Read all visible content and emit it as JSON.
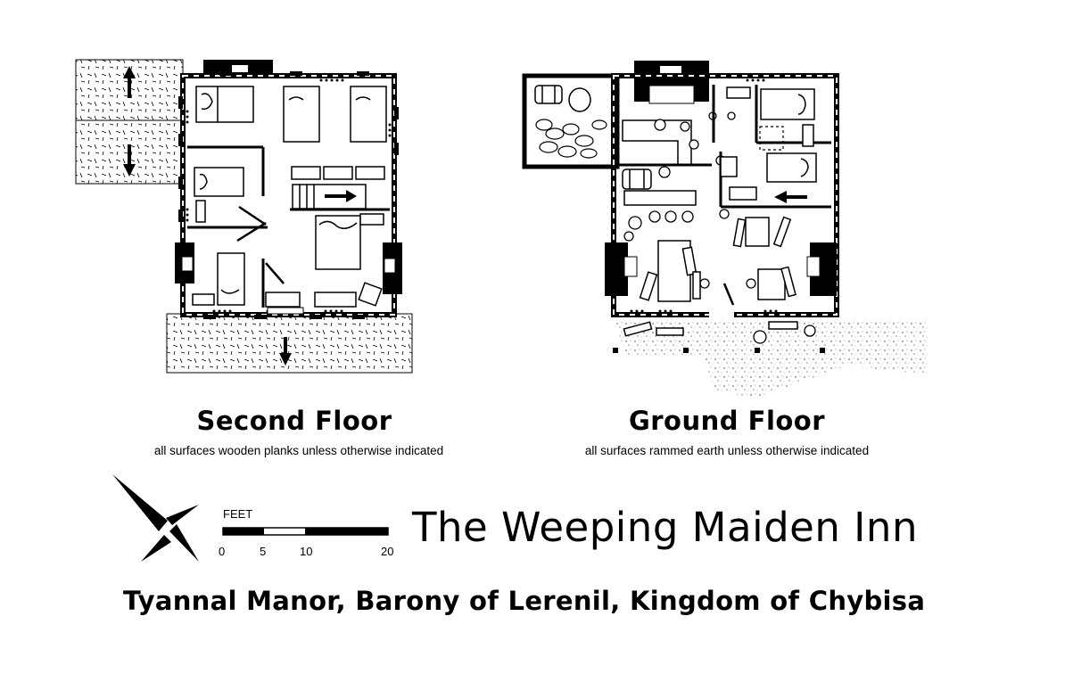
{
  "map": {
    "title": "The Weeping Maiden Inn",
    "subtitle": "Tyannal Manor, Barony of Lerenil, Kingdom of Chybisa",
    "floors": [
      {
        "name": "Second Floor",
        "note": "all surfaces wooden planks unless otherwise indicated"
      },
      {
        "name": "Ground Floor",
        "note": "all surfaces rammed earth unless otherwise indicated"
      }
    ],
    "scale_bar": {
      "unit_label": "FEET",
      "ticks": [
        "0",
        "5",
        "10",
        "20"
      ]
    },
    "icons": [
      "compass-rose-icon",
      "bed-icon",
      "chest-icon",
      "fireplace-icon",
      "ladder-icon",
      "barrel-icon",
      "table-icon",
      "stool-icon",
      "arrow-icon"
    ]
  }
}
